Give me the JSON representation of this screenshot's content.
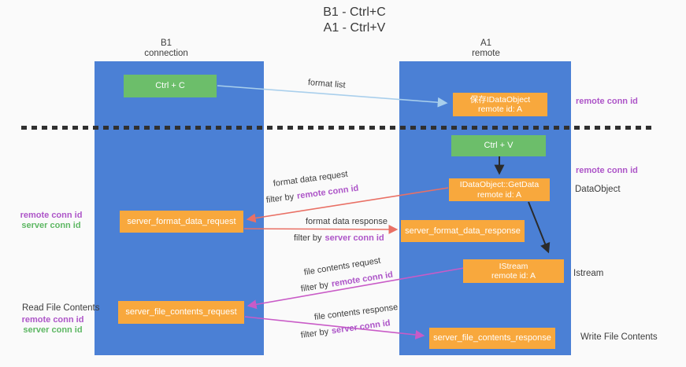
{
  "title": {
    "line1": "B1 - Ctrl+C",
    "line2": "A1 - Ctrl+V"
  },
  "columns": {
    "left": {
      "name": "B1",
      "subtitle": "connection"
    },
    "right": {
      "name": "A1",
      "subtitle": "remote"
    }
  },
  "boxes": {
    "ctrl_c": "Ctrl + C",
    "ctrl_v": "Ctrl + V",
    "save_idataobject": {
      "line1": "保存IDataObject",
      "line2": "remote id: A"
    },
    "getdata": {
      "line1": "IDataObject::GetData",
      "line2": "remote id: A"
    },
    "istream": {
      "line1": "IStream",
      "line2": "remote id: A"
    },
    "server_format_data_request": "server_format_data_request",
    "server_format_data_response": "server_format_data_response",
    "server_file_contents_request": "server_file_contents_request",
    "server_file_contents_response": "server_file_contents_response"
  },
  "labels": {
    "format_list": "format list",
    "format_data_request": "format data request",
    "format_data_response": "format data response",
    "file_contents_request": "file contents request",
    "file_contents_response": "file contents response",
    "filter_by": "filter by",
    "remote_conn_id": "remote conn id",
    "server_conn_id": "server conn id",
    "read_file_contents": "Read File Contents",
    "write_file_contents": "Write File Contents",
    "dataobject": "DataObject",
    "istream_side": "Istream"
  },
  "colors": {
    "column_blue": "#4b80d5",
    "box_green": "#6cbe6a",
    "box_orange": "#f8a83d",
    "arrow_red": "#e97065",
    "arrow_magenta": "#c95bc7",
    "arrow_light_blue": "#a9cfec",
    "dashed_divider": "#303030",
    "conn_id_purple": "#ad55c8",
    "conn_id_green": "#5db763"
  }
}
